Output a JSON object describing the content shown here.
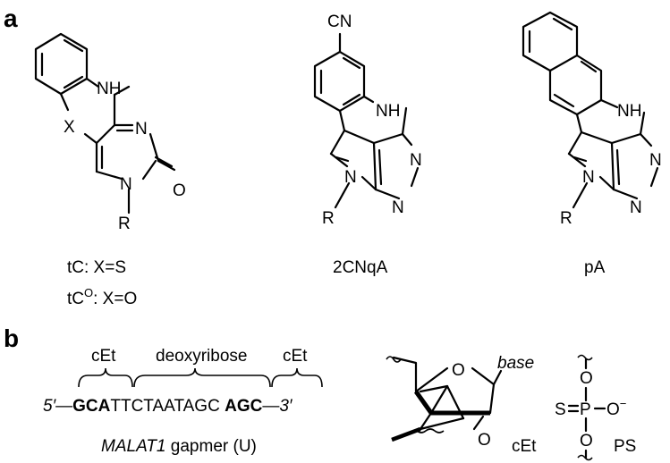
{
  "panels": {
    "a": {
      "label": "a"
    },
    "b": {
      "label": "b"
    }
  },
  "molecules": {
    "tc": {
      "atoms": {
        "nh": "NH",
        "x": "X",
        "n_ring": "N",
        "n_r": "N",
        "o": "O",
        "r": "R"
      },
      "caption_line1": "tC: X=S",
      "caption_line2_main": "tC",
      "caption_line2_sup": "O",
      "caption_line2_rest": ": X=O"
    },
    "cnqa": {
      "atoms": {
        "cn": "CN",
        "nh": "NH",
        "n_pyrrole": "N",
        "n_top": "N",
        "n_bottom": "N",
        "r": "R"
      },
      "caption": "2CNqA"
    },
    "pa": {
      "atoms": {
        "nh": "NH",
        "n_pyrrole": "N",
        "n_top": "N",
        "n_bottom": "N",
        "r": "R"
      },
      "caption": "pA"
    }
  },
  "gapmer": {
    "brace_left": "cEt",
    "brace_mid": "deoxyribose",
    "brace_right": "cEt",
    "five_prime": "5′",
    "gca": "GCA",
    "middle": "TTCTAATAGC",
    "agc": "AGC",
    "three_prime": "3′",
    "caption_italic": "MALAT1",
    "caption_rest": " gapmer (U)"
  },
  "cet_sugar": {
    "base_label": "base",
    "o_ring": "O",
    "o_bridge": "O",
    "cet_label": "cEt"
  },
  "ps_linkage": {
    "o_top": "O",
    "s": "S",
    "p": "P",
    "o_minus": "O",
    "minus": "−",
    "o_bottom": "O",
    "ps_label": "PS"
  }
}
